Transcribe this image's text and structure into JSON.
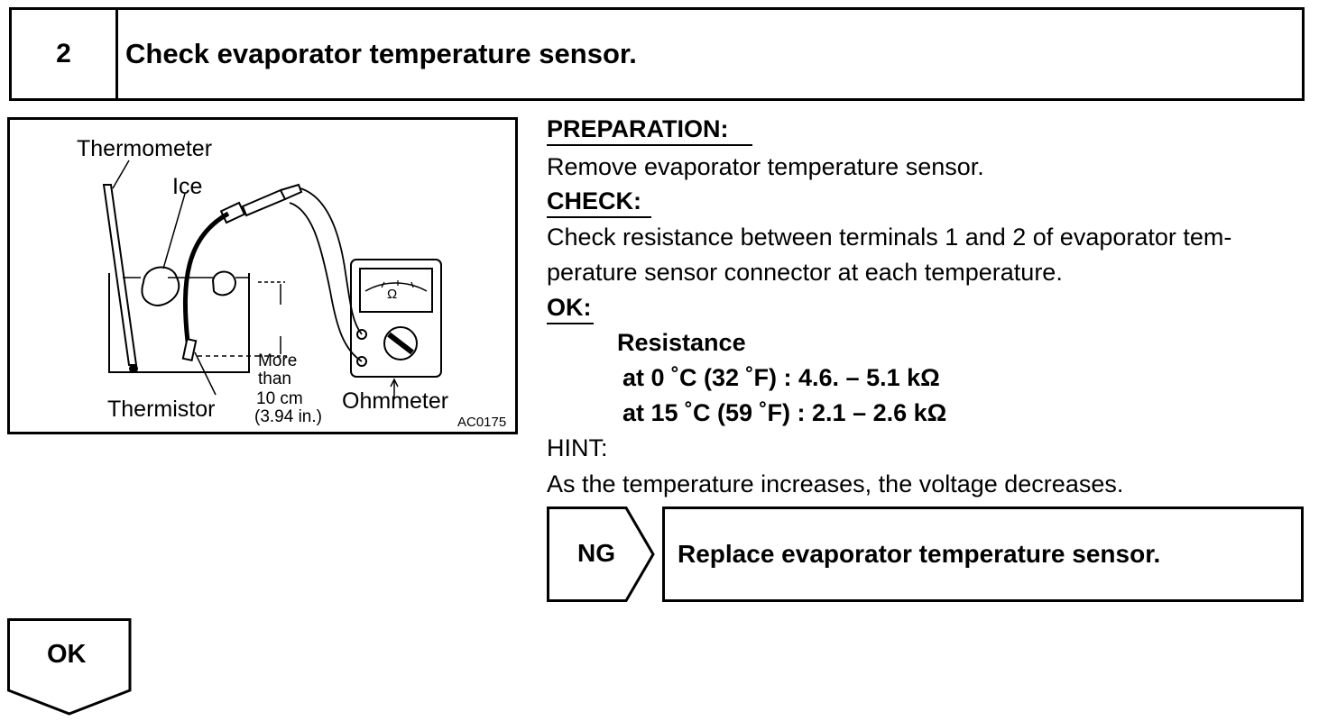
{
  "step": {
    "number": "2",
    "title": "Check evaporator temperature sensor."
  },
  "figure": {
    "labels": {
      "thermometer": "Thermometer",
      "ice": "Ice",
      "more_than_1": "More",
      "more_than_2": "than",
      "distance_1": "10 cm",
      "distance_2": "(3.94 in.)",
      "thermistor": "Thermistor",
      "ohmmeter": "Ohmmeter",
      "omega": "Ω",
      "code": "AC0175"
    }
  },
  "procedure": {
    "preparation_heading": "PREPARATION:",
    "preparation_text": "Remove evaporator temperature sensor.",
    "check_heading": "CHECK:",
    "check_text_1": "Check resistance between terminals 1 and 2 of evaporator tem-",
    "check_text_2": "perature sensor connector at each temperature.",
    "ok_heading": "OK:",
    "resistance_heading": "Resistance",
    "spec_1": "at 0 ˚C (32 ˚F) : 4.6. – 5.1 kΩ",
    "spec_2": "at 15 ˚C (59 ˚F) : 2.1 – 2.6 kΩ",
    "hint_heading": "HINT:",
    "hint_text": "As the temperature increases, the voltage decreases."
  },
  "ng": {
    "label": "NG",
    "action": "Replace evaporator temperature sensor."
  },
  "ok": {
    "label": "OK"
  }
}
